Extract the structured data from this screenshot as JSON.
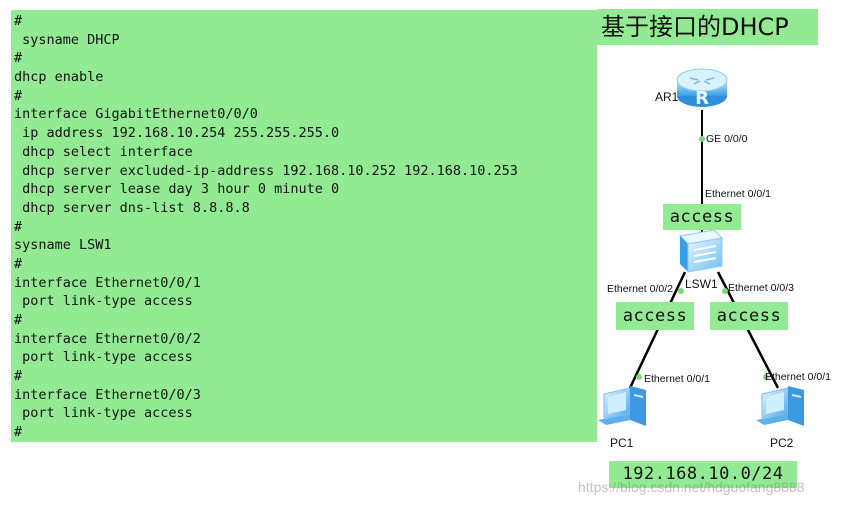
{
  "config_lines": [
    "#",
    " sysname DHCP",
    "#",
    "dhcp enable",
    "#",
    "interface GigabitEthernet0/0/0",
    " ip address 192.168.10.254 255.255.255.0",
    " dhcp select interface",
    " dhcp server excluded-ip-address 192.168.10.252 192.168.10.253",
    " dhcp server lease day 3 hour 0 minute 0",
    " dhcp server dns-list 8.8.8.8",
    "#",
    "sysname LSW1",
    "#",
    "interface Ethernet0/0/1",
    " port link-type access",
    "#",
    "interface Ethernet0/0/2",
    " port link-type access",
    "#",
    "interface Ethernet0/0/3",
    " port link-type access",
    "#"
  ],
  "title": "基于接口的DHCP",
  "devices": {
    "router": "AR1",
    "switch": "LSW1",
    "pc1": "PC1",
    "pc2": "PC2"
  },
  "ports": {
    "ar1_ge": "GE 0/0/0",
    "lsw1_e1": "Ethernet 0/0/1",
    "lsw1_e2": "Ethernet 0/0/2",
    "lsw1_e3": "Ethernet 0/0/3",
    "pc1_e1": "Ethernet 0/0/1",
    "pc2_e1": "Ethernet 0/0/1"
  },
  "tags": {
    "access_top": "access",
    "access_left": "access",
    "access_right": "access",
    "subnet": "192.168.10.0/24"
  },
  "watermark": "https://blog.csdn.net/hdguofang8888",
  "colors": {
    "panel_green": "#92eb92",
    "link_line": "#000000",
    "port_dot": "#7cd87c",
    "device_blue": "#5ab4f0"
  }
}
